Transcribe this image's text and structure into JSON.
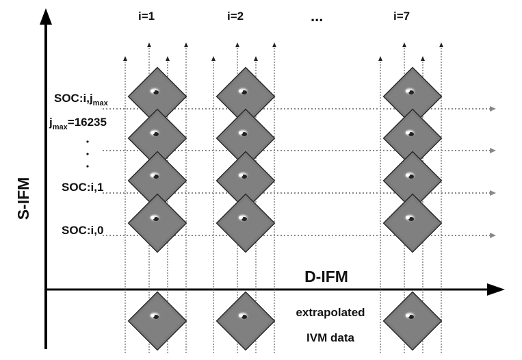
{
  "axes": {
    "vertical_label": "S-IFM",
    "horizontal_label": "D-IFM"
  },
  "columns": {
    "labels": [
      "i=1",
      "i=2",
      "...",
      "i=7"
    ]
  },
  "rows": {
    "soc_max": {
      "base": "SOC:i,j",
      "sub": "max"
    },
    "jmax": {
      "base": "j",
      "sub": "max",
      "value": "=16235"
    },
    "soc_1": "SOC:i,1",
    "soc_0": "SOC:i,0"
  },
  "bottom": {
    "line1": "extrapolated",
    "line2": "IVM data"
  },
  "colors": {
    "axis": "#000000",
    "tile": "#7a7a7a",
    "tile_border": "#2a2a2a",
    "dotted": "#888888"
  }
}
